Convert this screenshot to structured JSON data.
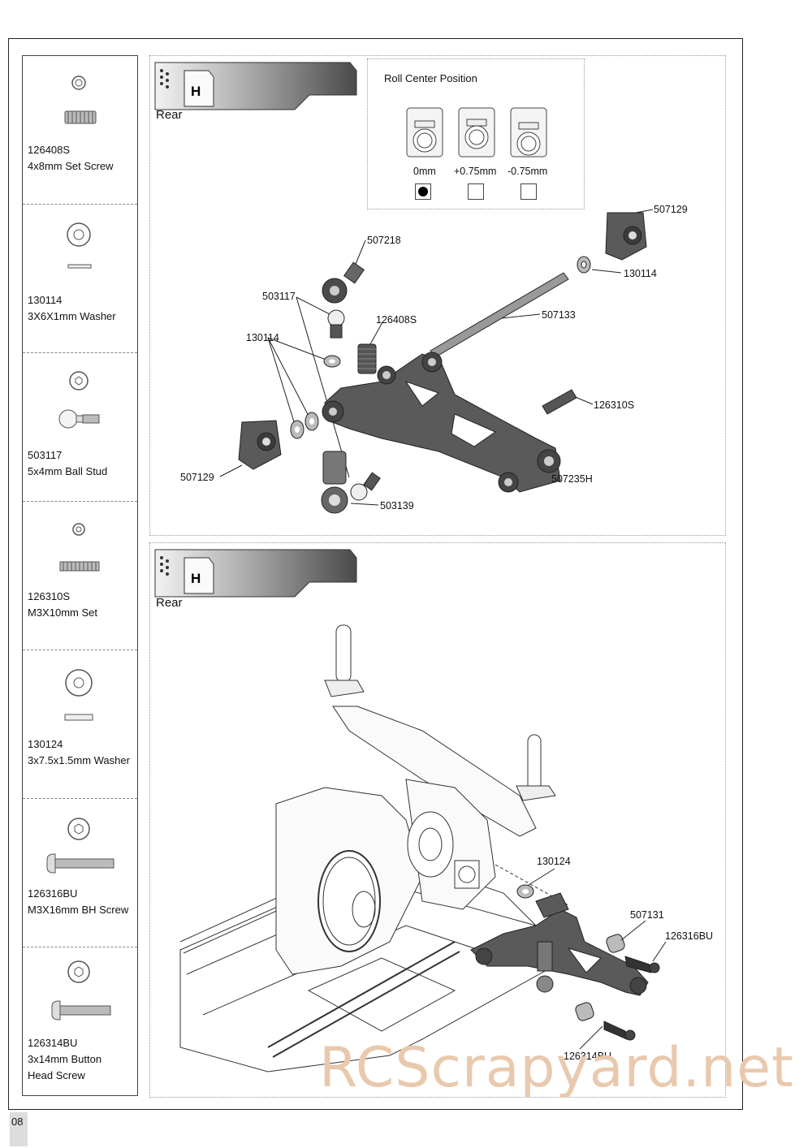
{
  "page_number": "08",
  "watermark": "RCScrapyard.net",
  "step_icon_letter": "H",
  "parts_sidebar": [
    {
      "code": "126408S",
      "name": "4x8mm Set Screw",
      "icon": "set-screw-icon"
    },
    {
      "code": "130114",
      "name": "3X6X1mm Washer",
      "icon": "washer-icon"
    },
    {
      "code": "503117",
      "name": "5x4mm Ball Stud",
      "icon": "ball-stud-icon"
    },
    {
      "code": "126310S",
      "name": "M3X10mm Set",
      "icon": "set-screw-icon"
    },
    {
      "code": "130124",
      "name": "3x7.5x1.5mm Washer",
      "icon": "washer-icon"
    },
    {
      "code": "126316BU",
      "name": "M3X16mm BH Screw",
      "icon": "button-head-screw-icon"
    },
    {
      "code": "126314BU",
      "name": "3x14mm Button",
      "name2": "Head Screw",
      "icon": "button-head-screw-icon"
    }
  ],
  "step1": {
    "label": "Rear",
    "roll_center": {
      "title": "Roll Center Position",
      "options": [
        {
          "label": "0mm",
          "selected": true
        },
        {
          "label": "+0.75mm",
          "selected": false
        },
        {
          "label": "-0.75mm",
          "selected": false
        }
      ]
    },
    "callouts": [
      "507129",
      "130114",
      "507218",
      "503117",
      "126408S",
      "507133",
      "130114",
      "126310S",
      "507129",
      "507235H",
      "503139"
    ]
  },
  "step2": {
    "label": "Rear",
    "callouts": [
      "130124",
      "507131",
      "126316BU",
      "126314BU"
    ]
  }
}
